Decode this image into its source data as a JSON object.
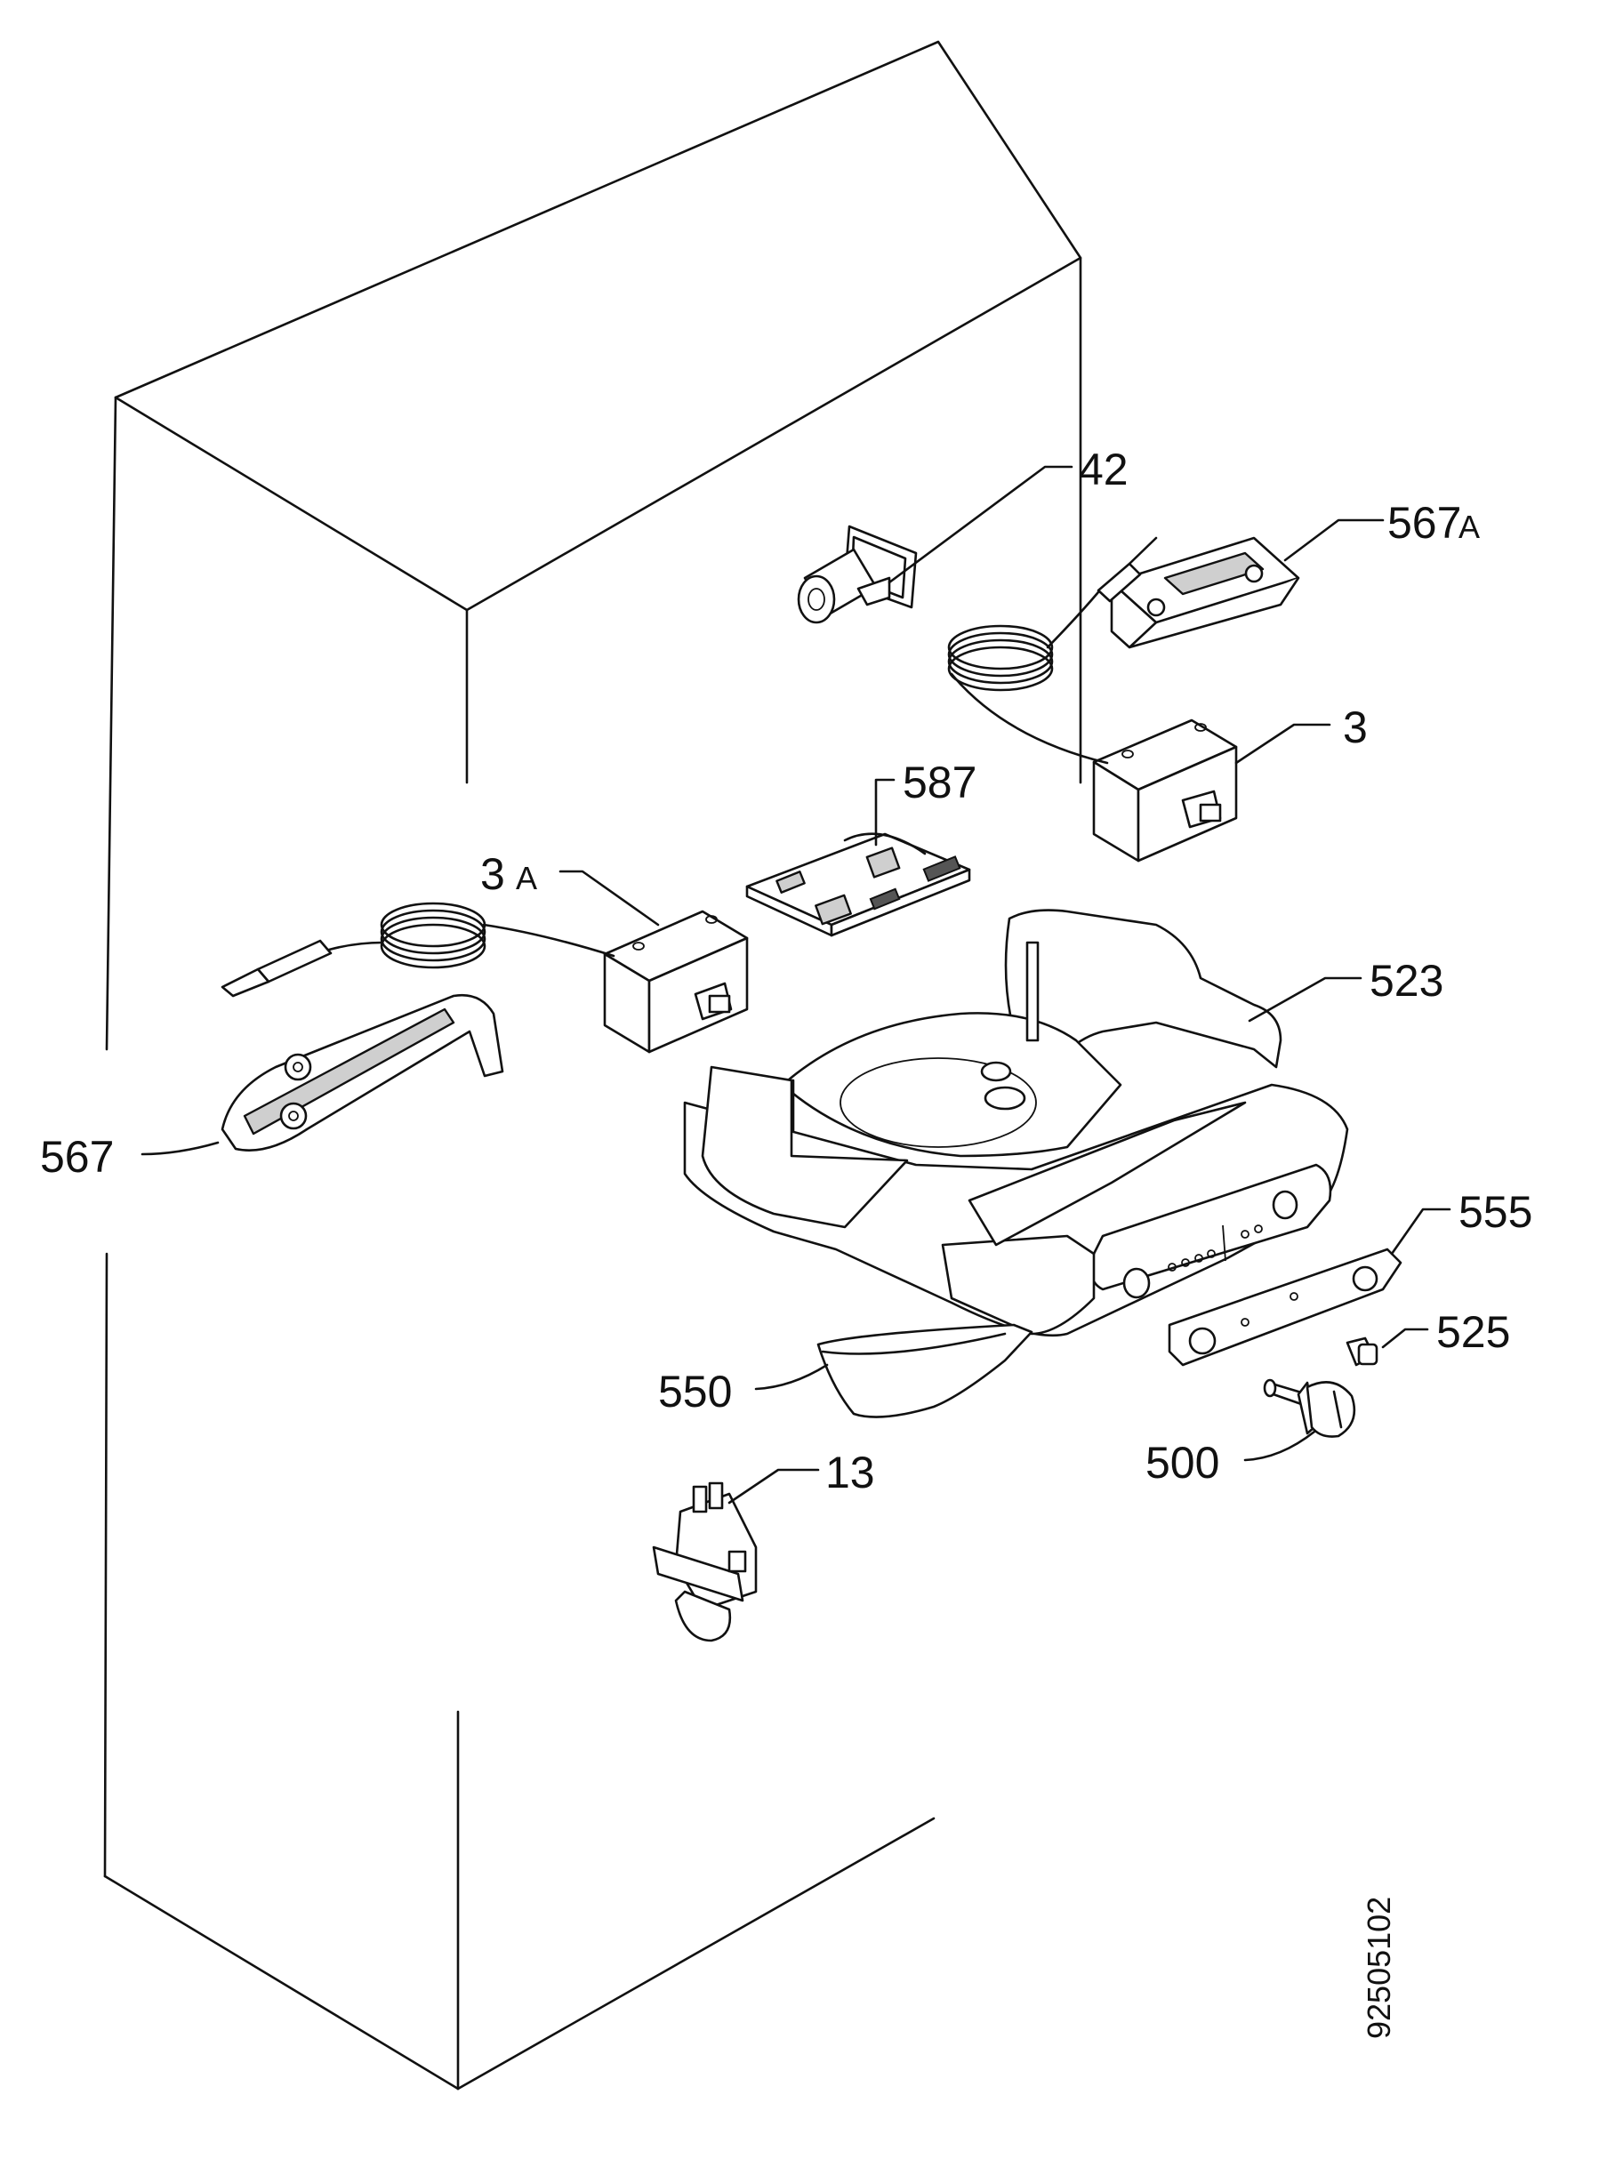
{
  "callouts": {
    "p42": "42",
    "p567a_num": "567",
    "p567a_suffix": "A",
    "p3": "3",
    "p587": "587",
    "p3a_num": "3",
    "p3a_suffix": "A",
    "p523": "523",
    "p567": "567",
    "p555": "555",
    "p525": "525",
    "p550": "550",
    "p500": "500",
    "p13": "13"
  },
  "drawing_number": "92505102"
}
